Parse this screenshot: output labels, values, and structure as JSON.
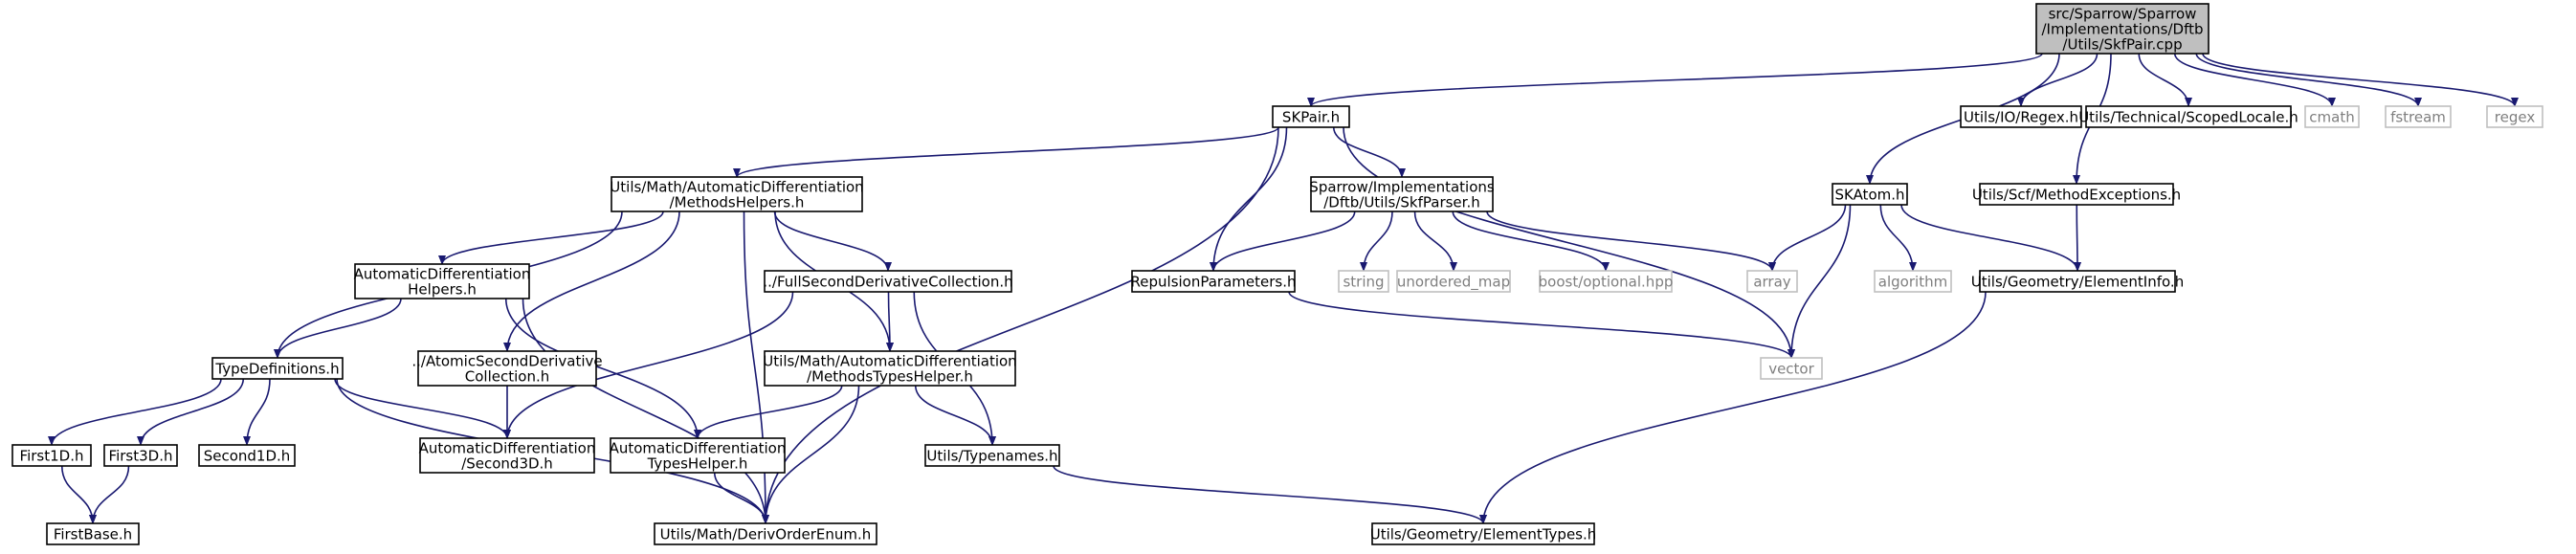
{
  "colors": {
    "edge": "#191970",
    "node_border": "#000000",
    "external_border": "#bfbfbf",
    "root_fill": "#bfbfbf",
    "text": "#000000",
    "external_text": "#7f7f7f"
  },
  "nodes": [
    {
      "id": "root",
      "label": [
        "src/Sparrow/Sparrow",
        "/Implementations/Dftb",
        "/Utils/SkfPair.cpp"
      ],
      "kind": "root"
    },
    {
      "id": "skpair",
      "label": [
        "SKPair.h"
      ],
      "kind": "file"
    },
    {
      "id": "regex_h",
      "label": [
        "Utils/IO/Regex.h"
      ],
      "kind": "file"
    },
    {
      "id": "scopedlocale",
      "label": [
        "Utils/Technical/ScopedLocale.h"
      ],
      "kind": "file"
    },
    {
      "id": "cmath",
      "label": [
        "cmath"
      ],
      "kind": "external"
    },
    {
      "id": "fstream",
      "label": [
        "fstream"
      ],
      "kind": "external"
    },
    {
      "id": "regex",
      "label": [
        "regex"
      ],
      "kind": "external"
    },
    {
      "id": "methodshelpers",
      "label": [
        "Utils/Math/AutomaticDifferentiation",
        "/MethodsHelpers.h"
      ],
      "kind": "file"
    },
    {
      "id": "skfparser",
      "label": [
        "Sparrow/Implementations",
        "/Dftb/Utils/SkfParser.h"
      ],
      "kind": "file"
    },
    {
      "id": "skatom",
      "label": [
        "SKAtom.h"
      ],
      "kind": "file"
    },
    {
      "id": "methodexceptions",
      "label": [
        "Utils/Scf/MethodExceptions.h"
      ],
      "kind": "file"
    },
    {
      "id": "adhelpers",
      "label": [
        "AutomaticDifferentiation",
        "Helpers.h"
      ],
      "kind": "file"
    },
    {
      "id": "fullsecond",
      "label": [
        "../FullSecondDerivativeCollection.h"
      ],
      "kind": "file"
    },
    {
      "id": "repulsion",
      "label": [
        "RepulsionParameters.h"
      ],
      "kind": "file"
    },
    {
      "id": "string",
      "label": [
        "string"
      ],
      "kind": "external"
    },
    {
      "id": "unordered_map",
      "label": [
        "unordered_map"
      ],
      "kind": "external"
    },
    {
      "id": "boostopt",
      "label": [
        "boost/optional.hpp"
      ],
      "kind": "external"
    },
    {
      "id": "array",
      "label": [
        "array"
      ],
      "kind": "external"
    },
    {
      "id": "algorithm",
      "label": [
        "algorithm"
      ],
      "kind": "external"
    },
    {
      "id": "elementinfo",
      "label": [
        "Utils/Geometry/ElementInfo.h"
      ],
      "kind": "file"
    },
    {
      "id": "typedefs",
      "label": [
        "TypeDefinitions.h"
      ],
      "kind": "file"
    },
    {
      "id": "atomicsecond",
      "label": [
        "../AtomicSecondDerivative",
        "Collection.h"
      ],
      "kind": "file"
    },
    {
      "id": "methodstypes",
      "label": [
        "Utils/Math/AutomaticDifferentiation",
        "/MethodsTypesHelper.h"
      ],
      "kind": "file"
    },
    {
      "id": "vector",
      "label": [
        "vector"
      ],
      "kind": "external"
    },
    {
      "id": "first1d",
      "label": [
        "First1D.h"
      ],
      "kind": "file"
    },
    {
      "id": "first3d",
      "label": [
        "First3D.h"
      ],
      "kind": "file"
    },
    {
      "id": "second1d",
      "label": [
        "Second1D.h"
      ],
      "kind": "file"
    },
    {
      "id": "second3d",
      "label": [
        "AutomaticDifferentiation",
        "/Second3D.h"
      ],
      "kind": "file"
    },
    {
      "id": "typeshelper",
      "label": [
        "AutomaticDifferentiation",
        "TypesHelper.h"
      ],
      "kind": "file"
    },
    {
      "id": "typenames",
      "label": [
        "Utils/Typenames.h"
      ],
      "kind": "file"
    },
    {
      "id": "firstbase",
      "label": [
        "FirstBase.h"
      ],
      "kind": "file"
    },
    {
      "id": "derivorder",
      "label": [
        "Utils/Math/DerivOrderEnum.h"
      ],
      "kind": "file"
    },
    {
      "id": "elementtypes",
      "label": [
        "Utils/Geometry/ElementTypes.h"
      ],
      "kind": "file"
    }
  ],
  "edges": [
    [
      "root",
      "skpair"
    ],
    [
      "root",
      "regex_h"
    ],
    [
      "root",
      "scopedlocale"
    ],
    [
      "root",
      "cmath"
    ],
    [
      "root",
      "fstream"
    ],
    [
      "root",
      "regex"
    ],
    [
      "root",
      "skatom"
    ],
    [
      "root",
      "methodexceptions"
    ],
    [
      "skpair",
      "methodshelpers"
    ],
    [
      "skpair",
      "skfparser"
    ],
    [
      "skpair",
      "repulsion"
    ],
    [
      "skpair",
      "vector"
    ],
    [
      "skpair",
      "derivorder"
    ],
    [
      "methodshelpers",
      "typedefs"
    ],
    [
      "methodshelpers",
      "adhelpers"
    ],
    [
      "methodshelpers",
      "atomicsecond"
    ],
    [
      "methodshelpers",
      "fullsecond"
    ],
    [
      "methodshelpers",
      "methodstypes"
    ],
    [
      "methodshelpers",
      "derivorder"
    ],
    [
      "skfparser",
      "repulsion"
    ],
    [
      "skfparser",
      "string"
    ],
    [
      "skfparser",
      "unordered_map"
    ],
    [
      "skfparser",
      "boostopt"
    ],
    [
      "skfparser",
      "array"
    ],
    [
      "skatom",
      "array"
    ],
    [
      "skatom",
      "vector"
    ],
    [
      "skatom",
      "algorithm"
    ],
    [
      "skatom",
      "elementinfo"
    ],
    [
      "methodexceptions",
      "elementinfo"
    ],
    [
      "elementinfo",
      "elementtypes"
    ],
    [
      "adhelpers",
      "typedefs"
    ],
    [
      "adhelpers",
      "typeshelper"
    ],
    [
      "adhelpers",
      "derivorder"
    ],
    [
      "fullsecond",
      "second3d"
    ],
    [
      "fullsecond",
      "methodstypes"
    ],
    [
      "fullsecond",
      "typenames"
    ],
    [
      "repulsion",
      "vector"
    ],
    [
      "typedefs",
      "first1d"
    ],
    [
      "typedefs",
      "first3d"
    ],
    [
      "typedefs",
      "second1d"
    ],
    [
      "typedefs",
      "second3d"
    ],
    [
      "typedefs",
      "derivorder"
    ],
    [
      "atomicsecond",
      "second3d"
    ],
    [
      "methodstypes",
      "typeshelper"
    ],
    [
      "methodstypes",
      "typenames"
    ],
    [
      "methodstypes",
      "derivorder"
    ],
    [
      "first1d",
      "firstbase"
    ],
    [
      "first3d",
      "firstbase"
    ],
    [
      "typeshelper",
      "derivorder"
    ],
    [
      "typenames",
      "elementtypes"
    ]
  ]
}
